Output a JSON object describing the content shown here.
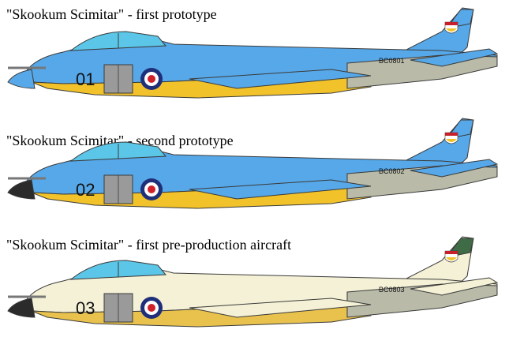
{
  "profiles": [
    {
      "caption": "\"Skookum Scimitar\" - first prototype",
      "number": "01",
      "serial": "BC0801",
      "colors": {
        "upper": "#57A8E8",
        "lower": "#F2C22A",
        "nose": "#57A8E8",
        "fin": "#57A8E8",
        "fin_tip": "#57A8E8"
      }
    },
    {
      "caption": "\"Skookum Scimitar\" - second prototype",
      "number": "02",
      "serial": "BC0802",
      "colors": {
        "upper": "#57A8E8",
        "lower": "#F2C22A",
        "nose": "#2B2B2B",
        "fin": "#57A8E8",
        "fin_tip": "#57A8E8"
      }
    },
    {
      "caption": "\"Skookum Scimitar\" - first pre-production aircraft",
      "number": "03",
      "serial": "BC0803",
      "colors": {
        "upper": "#F4F1D6",
        "lower": "#E9C24E",
        "nose": "#2B2B2B",
        "fin": "#F4F1D6",
        "fin_tip": "#3F6B47"
      }
    }
  ],
  "common_colors": {
    "canopy": "#5BC6E8",
    "tail_grey": "#B9BBA8",
    "panel_grey": "#9A9A9A",
    "roundel_outer": "#1F2F7A",
    "roundel_middle": "#FFFFFF",
    "roundel_inner": "#D0202A",
    "outline": "#3A3A3A"
  }
}
